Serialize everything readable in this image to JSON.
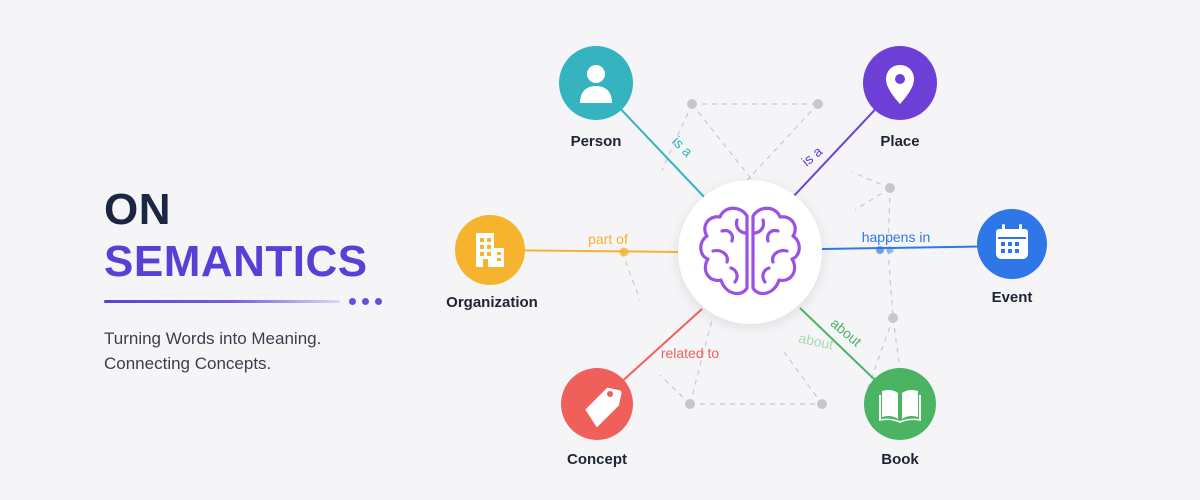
{
  "title": {
    "line1": "ON",
    "line2": "SEMANTICS"
  },
  "subtitle": {
    "line1": "Turning Words into Meaning.",
    "line2": "Connecting Concepts."
  },
  "colors": {
    "person": "#35b3be",
    "place": "#6d3fd6",
    "organization": "#f6b42e",
    "event": "#2f77e8",
    "concept": "#f0605a",
    "book": "#4bb463",
    "brain": "#9a52e6"
  },
  "center": {
    "icon": "brain-icon"
  },
  "nodes": {
    "person": {
      "label": "Person",
      "icon": "person-icon"
    },
    "place": {
      "label": "Place",
      "icon": "location-pin-icon"
    },
    "organization": {
      "label": "Organization",
      "icon": "building-icon"
    },
    "event": {
      "label": "Event",
      "icon": "calendar-icon"
    },
    "concept": {
      "label": "Concept",
      "icon": "tag-icon"
    },
    "book": {
      "label": "Book",
      "icon": "open-book-icon"
    }
  },
  "edges": {
    "person": "is a",
    "place": "is a",
    "organization": "part of",
    "event": "happens in",
    "concept": "related to",
    "book": "about",
    "book_faded": "about"
  }
}
